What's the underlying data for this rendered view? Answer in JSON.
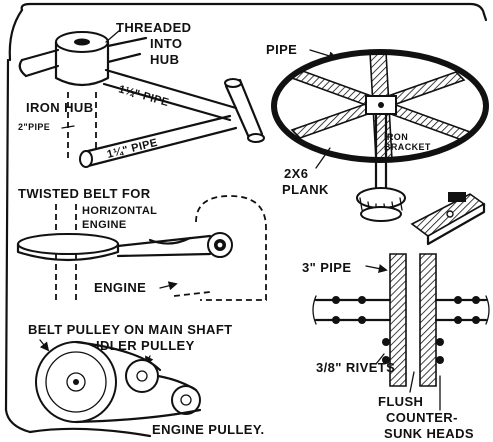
{
  "labels": {
    "threaded_into_hub": [
      "THREADED",
      "INTO",
      "HUB"
    ],
    "pipe_arrow": "PIPE",
    "iron_hub": "IRON HUB",
    "two_inch_pipe": "2\"PIPE",
    "pipe_quarter_a": "1¼\" PIPE",
    "pipe_quarter_b": "1¼\" PIPE",
    "iron_bracket": [
      "IRON",
      "BRACKET"
    ],
    "plank": [
      "2X6",
      "PLANK"
    ],
    "twisted_belt": "TWISTED BELT FOR",
    "horizontal_engine": [
      "HORIZONTAL",
      "ENGINE"
    ],
    "engine": "ENGINE",
    "three_inch_pipe": "3\" PIPE",
    "belt_pulley_main": "BELT PULLEY ON MAIN SHAFT",
    "idler_pulley": "IDLER PULLEY",
    "rivets": "3/8\" RIVETS",
    "flush": "FLUSH",
    "countersunk": [
      "COUNTER-",
      "SUNK HEADS"
    ],
    "engine_pulley": "ENGINE PULLEY."
  },
  "colors": {
    "ink": "#111111",
    "paper": "#ffffff"
  }
}
